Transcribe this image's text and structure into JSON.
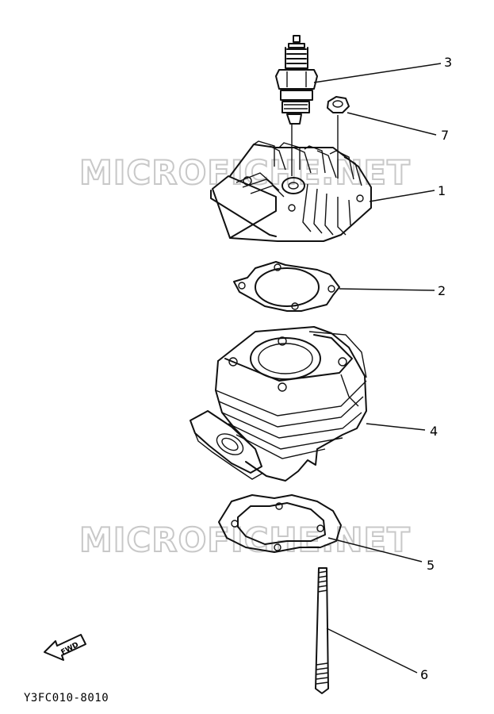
{
  "watermark": "MICROFICHE.NET",
  "callouts": {
    "spark_plug": "3",
    "nut": "7",
    "cylinder_head": "1",
    "head_gasket": "2",
    "cylinder": "4",
    "base_gasket": "5",
    "stud_bolt": "6"
  },
  "fwd_label": "FWD",
  "document_code": "Y3FC010-8010"
}
